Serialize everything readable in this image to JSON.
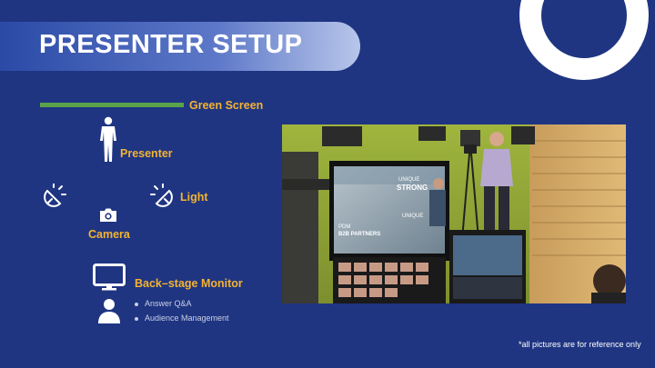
{
  "slide": {
    "title": "PRESENTER SETUP",
    "labels": {
      "green_screen": "Green Screen",
      "presenter": "Presenter",
      "light": "Light",
      "camera": "Camera",
      "monitor": "Back–stage Monitor"
    },
    "monitor_tasks": [
      "Answer Q&A",
      "Audience Management"
    ],
    "photo_screen": {
      "line1": "UNIQUE",
      "line2": "STRONG",
      "line3": "UNIQUE",
      "brand_top": "PDM",
      "brand_bottom": "B2B PARTNERS"
    },
    "footnote": "*all pictures are for reference only"
  },
  "icons": [
    "person-icon",
    "lamp-icon",
    "camera-icon",
    "monitor-icon",
    "user-icon"
  ],
  "colors": {
    "background": "#1f3582",
    "accent": "#f4b331",
    "green": "#5aa34a"
  }
}
